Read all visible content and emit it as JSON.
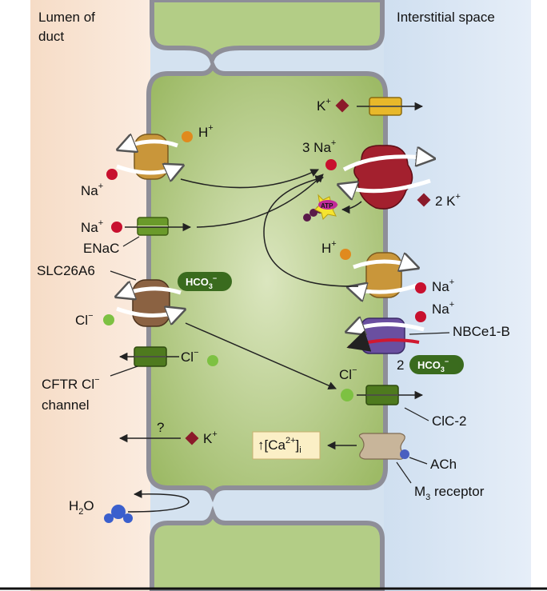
{
  "regions": {
    "lumen_label_line1": "Lumen of",
    "lumen_label_line2": "duct",
    "interstitial_label": "Interstitial space"
  },
  "ions": {
    "h_plus_top": {
      "base": "H",
      "sup": "+"
    },
    "na_plus_left": {
      "base": "Na",
      "sup": "+"
    },
    "na_plus_enac": {
      "base": "Na",
      "sup": "+"
    },
    "cl_minus_left": {
      "base": "Cl",
      "sup": "−"
    },
    "cl_minus_cftr": {
      "base": "Cl",
      "sup": "−"
    },
    "k_plus_lumen": {
      "base": "K",
      "sup": "+"
    },
    "k_plus_channel": {
      "base": "K",
      "sup": "+"
    },
    "three_na_plus": {
      "base": "3 Na",
      "sup": "+"
    },
    "two_k_plus": {
      "base": "2 K",
      "sup": "+"
    },
    "h_plus_right": {
      "base": "H",
      "sup": "+"
    },
    "na_plus_nhe": {
      "base": "Na",
      "sup": "+"
    },
    "na_plus_nbce": {
      "base": "Na",
      "sup": "+"
    },
    "cl_minus_clc": {
      "base": "Cl",
      "sup": "−"
    },
    "h2o": {
      "base": "H",
      "sub": "2",
      "tail": "O"
    }
  },
  "labels": {
    "enac": "ENaC",
    "slc26a6": "SLC26A6",
    "cftr_line1": "CFTR Cl",
    "cftr_sup": "−",
    "cftr_line2": "channel",
    "nbce1b": "NBCe1-B",
    "clc2": "ClC-2",
    "ach": "ACh",
    "m3_base": "M",
    "m3_sub": "3",
    "m3_tail": " receptor",
    "question": "?",
    "two_prefix": "2",
    "atp": "ATP"
  },
  "badges": {
    "hco3_left": {
      "base": "HCO",
      "sub": "3",
      "sup": "−"
    },
    "hco3_right": {
      "base": "HCO",
      "sub": "3",
      "sup": "−"
    }
  },
  "calcium_box": {
    "arrow": "↑",
    "open": "[Ca",
    "sup": "2+",
    "close": "]",
    "sub": "i"
  },
  "colors": {
    "lumen_bg": "#f7e3d3",
    "interstitial_bg": "#e3ecf6",
    "cell": "#b7cf8b",
    "membrane": "#9a9aa2",
    "sodium": "#c8102e",
    "potassium": "#8b1a2a",
    "proton": "#e08a1e",
    "chloride": "#7dc142",
    "bicarbonate_badge": "#3a6b1e",
    "pump": "#a3202e",
    "exchanger_tan": "#c9963a",
    "exchanger_brown": "#8b6242",
    "nbce_purple": "#6a4fa0",
    "channel_green": "#6a9a2a",
    "channel_yellow": "#e8b82a",
    "receptor": "#c8b59a",
    "ach_blue": "#4a5fc0",
    "water": "#3a5fcd",
    "calcium_box": "#fbefc6"
  }
}
